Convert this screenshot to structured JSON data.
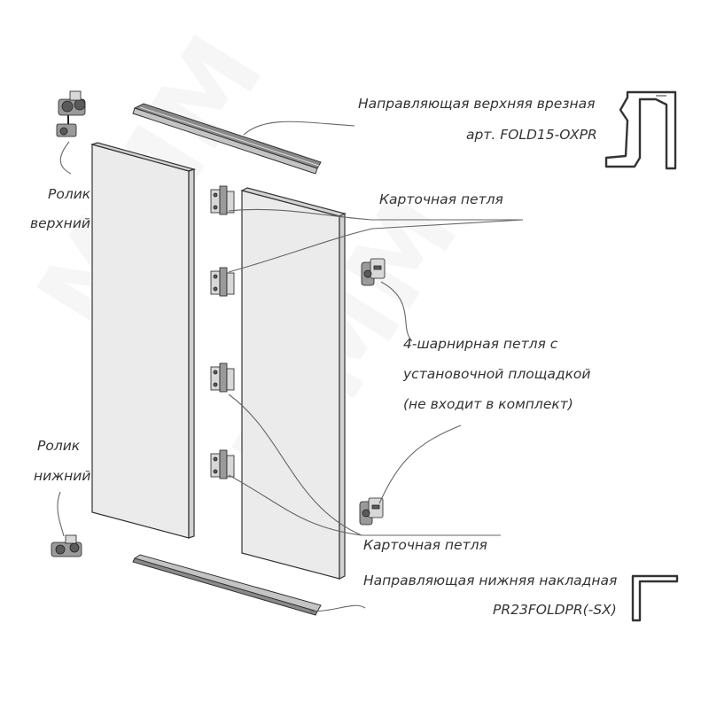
{
  "labels": {
    "top_rail_line1": "Направляющая верхняя врезная",
    "top_rail_line2": "арт. FOLD15-OXPR",
    "roller_top_line1": "Ролик",
    "roller_top_line2": "верхний",
    "card_hinge_top": "Карточная петля",
    "hinge4_line1": "4-шарнирная петля с",
    "hinge4_line2": "установочной площадкой",
    "hinge4_line3": "(не входит в  комплект)",
    "roller_bottom_line1": "Ролик",
    "roller_bottom_line2": "нижний",
    "card_hinge_bottom": "Карточная петля",
    "bottom_rail_line1": "Направляющая нижняя накладная",
    "bottom_rail_line2": "PR23FOLDPR(-SX)"
  }
}
